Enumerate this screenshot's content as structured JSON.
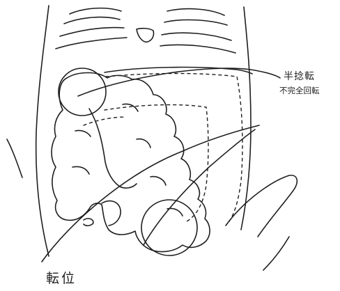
{
  "labels": {
    "volvulus": "半捻転",
    "incomplete_rotation": "不完全回転",
    "malrotation": "転位"
  },
  "colors": {
    "ink": "#1e1e1e",
    "background": "#ffffff"
  }
}
